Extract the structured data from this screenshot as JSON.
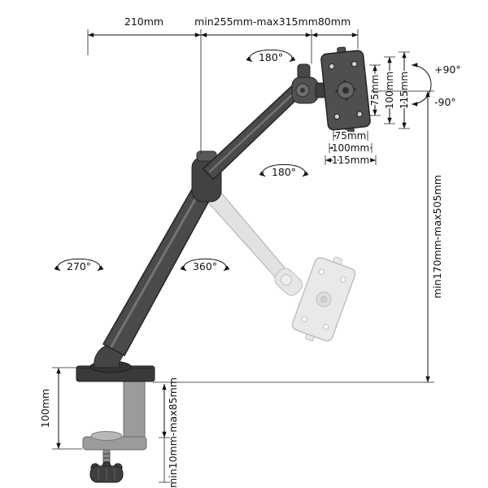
{
  "diagram": {
    "subject": "Gas-spring single monitor desk mount arm - technical dimension drawing",
    "background": "#ffffff",
    "line_color": "#111111",
    "arm_color": "#4a4a4a",
    "ghost_color": "#e0e0e0",
    "top_dimensions": {
      "left": "210mm",
      "middle": "min255mm-max315mm",
      "right": "80mm"
    },
    "rotations": {
      "head_swivel": "180°",
      "vesa_rotation": "180°",
      "base_swivel": "270°",
      "elbow_swivel": "360°",
      "tilt_up": "+90°",
      "tilt_down": "-90°"
    },
    "vesa_plate": {
      "vertical_dims": [
        "75mm",
        "100mm",
        "115mm"
      ],
      "horizontal_dims": [
        "75mm",
        "100mm",
        "115mm"
      ]
    },
    "side_dimensions": {
      "height_range": "min170mm-max505mm",
      "clamp_height": "100mm",
      "desk_thickness_range": "min10mm-max85mm"
    }
  }
}
